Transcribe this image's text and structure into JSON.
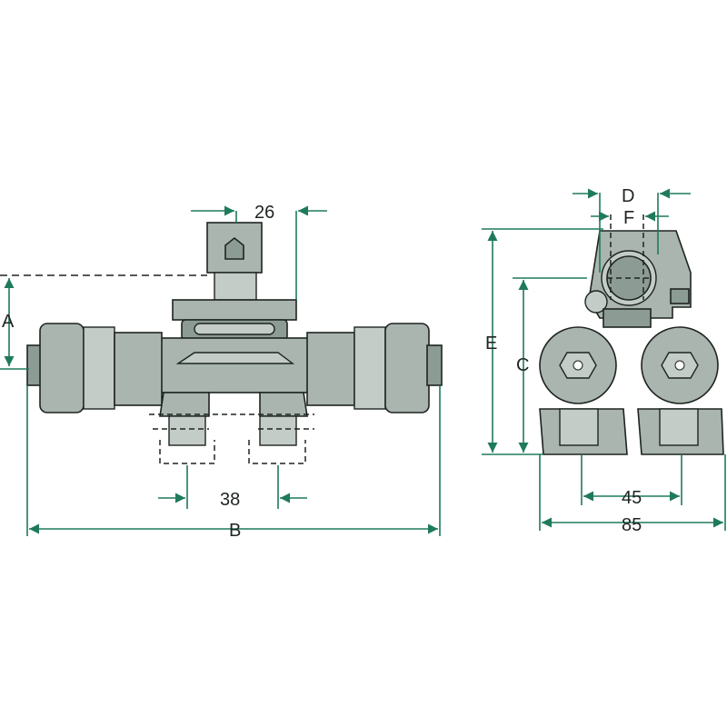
{
  "diagram": {
    "front_view": {
      "dimension_top": "26",
      "dimension_height": "A",
      "dimension_outlet_spacing": "38",
      "dimension_total_width": "B"
    },
    "side_view": {
      "dimension_outer_width_top": "D",
      "dimension_inner_width_top": "F",
      "dimension_total_height": "E",
      "dimension_center_height": "C",
      "dimension_outlet_spacing": "45",
      "dimension_total_width": "85"
    },
    "colors": {
      "dimension_line": "#1f7a5c",
      "part_fill": "#a9b5ae",
      "outline": "#1e2420"
    }
  }
}
